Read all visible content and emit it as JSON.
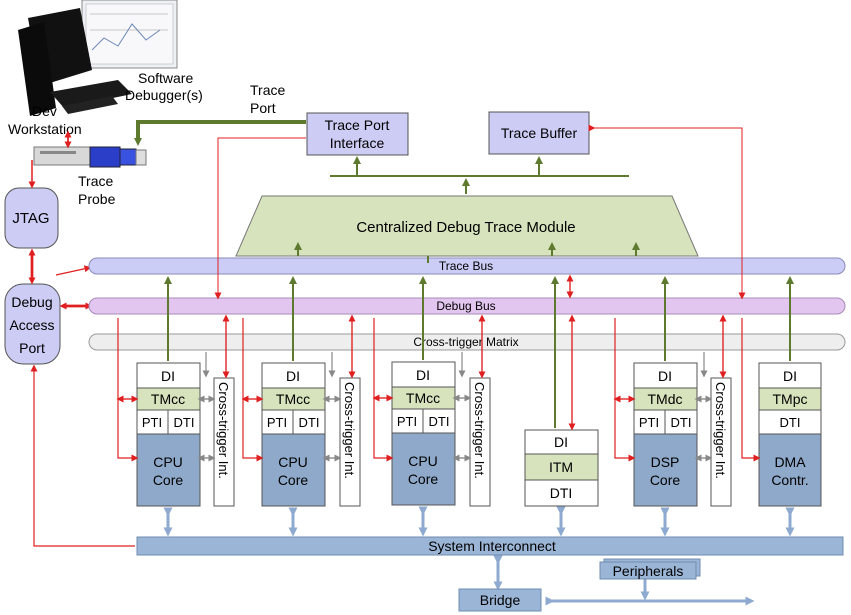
{
  "workstation": {
    "software_label": [
      "Software",
      "Debugger(s)"
    ],
    "workstation_label": [
      "Dev",
      "Workstation"
    ]
  },
  "probe": {
    "label": [
      "Trace",
      "Probe"
    ]
  },
  "trace_port_label": [
    "Trace",
    "Port"
  ],
  "trace_port_interface": [
    "Trace Port",
    "Interface"
  ],
  "trace_buffer": "Trace Buffer",
  "jtag": "JTAG",
  "debug_access_port": [
    "Debug",
    "Access",
    "Port"
  ],
  "cdtm": "Centralized Debug Trace Module",
  "buses": {
    "trace_bus": "Trace Bus",
    "debug_bus": "Debug Bus",
    "cross_trigger_matrix": "Cross-trigger Matrix",
    "system_interconnect": "System Interconnect"
  },
  "cores": [
    {
      "di": "DI",
      "tm": "TMcc",
      "pti": "PTI",
      "dti": "DTI",
      "core": [
        "CPU",
        "Core"
      ],
      "cti": "Cross-trigger Int."
    },
    {
      "di": "DI",
      "tm": "TMcc",
      "pti": "PTI",
      "dti": "DTI",
      "core": [
        "CPU",
        "Core"
      ],
      "cti": "Cross-trigger Int."
    },
    {
      "di": "DI",
      "tm": "TMcc",
      "pti": "PTI",
      "dti": "DTI",
      "core": [
        "CPU",
        "Core"
      ],
      "cti": "Cross-trigger Int."
    },
    {
      "di": "DI",
      "tm": "TMdc",
      "pti": "PTI",
      "dti": "DTI",
      "core": [
        "DSP",
        "Core"
      ],
      "cti": "Cross-trigger Int."
    },
    {
      "di": "DI",
      "tm": "TMpc",
      "dti": "DTI",
      "core": [
        "DMA",
        "Contr."
      ]
    }
  ],
  "itm": {
    "di": "DI",
    "itm": "ITM",
    "dti": "DTI"
  },
  "peripherals": "Peripherals",
  "bridge": "Bridge",
  "colors": {
    "trace_green": "#5e7a2e",
    "debug_red": "#e02020",
    "bus_blue": "#9bb5d6",
    "core_blue": "#8ea9c9",
    "tm_green": "#d6e3bc",
    "trace_bus_fill": "#cccdf6",
    "debug_bus_fill": "#e2c6ef",
    "box_lavender": "#ccccf5"
  }
}
